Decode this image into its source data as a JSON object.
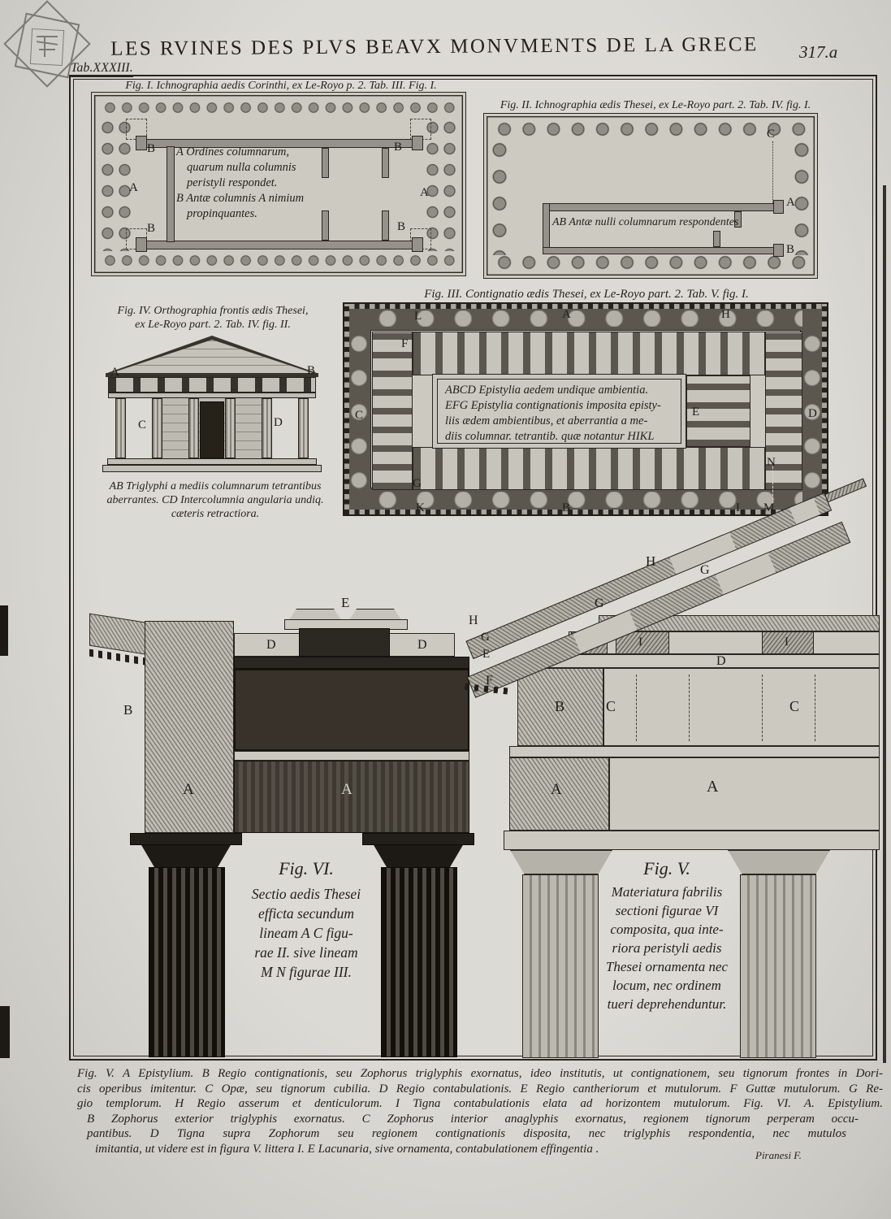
{
  "page": {
    "title": "LES RVINES DES PLVS BEAVX MONVMENTS DE LA GRECE",
    "plate_number": "317.a",
    "tab_label": "Tab.XXXIII.",
    "signature": "Piranesi F."
  },
  "fig1": {
    "caption": "Fig. I. Ichnographia aedis Corinthi, ex Le-Royo p. 2. Tab. III. Fig. I.",
    "note_lines": [
      "A Ordines columnarum,",
      "quarum nulla columnis",
      "peristyli respondet.",
      "B Antæ columnis A nimium",
      "propinquantes."
    ],
    "labels": {
      "b_top_left": "B",
      "b_top_right": "B",
      "a_left": "A",
      "a_right": "A",
      "b_bot_left": "B",
      "b_bot_right": "B"
    }
  },
  "fig2": {
    "caption": "Fig. II. Ichnographia ædis Thesei, ex Le-Royo part. 2. Tab. IV. fig. I.",
    "note": "AB Antæ nulli columnarum respondentes",
    "labels": {
      "c": "C",
      "a": "A",
      "b": "B"
    }
  },
  "fig3": {
    "caption": "Fig. III. Contignatio ædis Thesei, ex Le-Royo part. 2. Tab. V. fig. I.",
    "note_lines": [
      "ABCD Epistylia aedem undique ambientia.",
      "EFG Epistylia contignationis imposita episty-",
      "liis ædem ambientibus, et aberrantia a me-",
      "diis columnar. tetrantib. quæ notantur HIKL"
    ],
    "labels": {
      "l": "L",
      "a": "A",
      "h": "H",
      "f": "F",
      "c": "C",
      "g": "G",
      "k": "K",
      "b": "B",
      "i": "I",
      "e": "E",
      "d": "D",
      "n": "N",
      "m": "M"
    }
  },
  "fig4": {
    "caption_lines": [
      "Fig. IV. Orthographia frontis ædis Thesei,",
      "ex Le-Royo part. 2. Tab. IV. fig. II."
    ],
    "note_lines": [
      "AB Triglyphi a mediis columnarum tetrantibus",
      "aberrantes. CD Intercolumnia angularia undiq.",
      "cæteris retractiora."
    ],
    "labels": {
      "a": "A",
      "b": "B",
      "c": "C",
      "d": "D"
    }
  },
  "fig6": {
    "title": "Fig. VI.",
    "text_lines": [
      "Sectio aedis Thesei",
      "efficta secundum",
      "lineam A C figu-",
      "rae II. sive lineam",
      "M N figurae III."
    ],
    "labels": {
      "e": "E",
      "d_left": "D",
      "d_right": "D",
      "b": "B",
      "a_pier": "A",
      "a_architrave": "A"
    }
  },
  "fig5": {
    "title": "Fig. V.",
    "text_lines": [
      "Materiatura fabrilis",
      "sectioni figurae VI",
      "composita, qua inte-",
      "riora peristyli aedis",
      "Thesei ornamenta nec",
      "locum, nec ordinem",
      "tueri deprehenduntur."
    ],
    "labels": {
      "h_rafter": "H",
      "g_rafter_upper": "G",
      "g_rafter_lower": "G",
      "h_eave": "H",
      "g_eave": "G",
      "e_eave": "E",
      "f_eave": "F",
      "i_left": "I",
      "i_right": "I",
      "d": "D",
      "b": "B",
      "c_left": "C",
      "c_right": "C",
      "a_pier": "A",
      "a_field": "A"
    }
  },
  "footer": {
    "lines": [
      "Fig. V. A Epistylium. B Regio contignationis, seu Zophorus triglyphis exornatus, ideo institutis, ut contignationem, seu tignorum frontes in Dori-",
      "cis operibus imitentur.  C Opæ, seu tignorum cubilia. D Regio contabulationis. E Regio cantheriorum et mutulorum. F Guttæ mutulorum. G Re-",
      "gio templorum. H Regio asserum et denticulorum. I Tigna contabulationis elata ad horizontem mutulorum.   Fig. VI.  A. Epistylium.",
      "B Zophorus exterior triglyphis exornatus. C Zophorus interior anaglyphis exornatus, regionem tignorum perperam occu-",
      "pantibus. D Tigna supra Zophorum seu regionem contignationis disposita, nec triglyphis respondentia, nec mutulos",
      "imitantia, ut videre est in figura V. littera I.  E Lacunaria, sive ornamenta, contabulationem effingentia ."
    ]
  }
}
